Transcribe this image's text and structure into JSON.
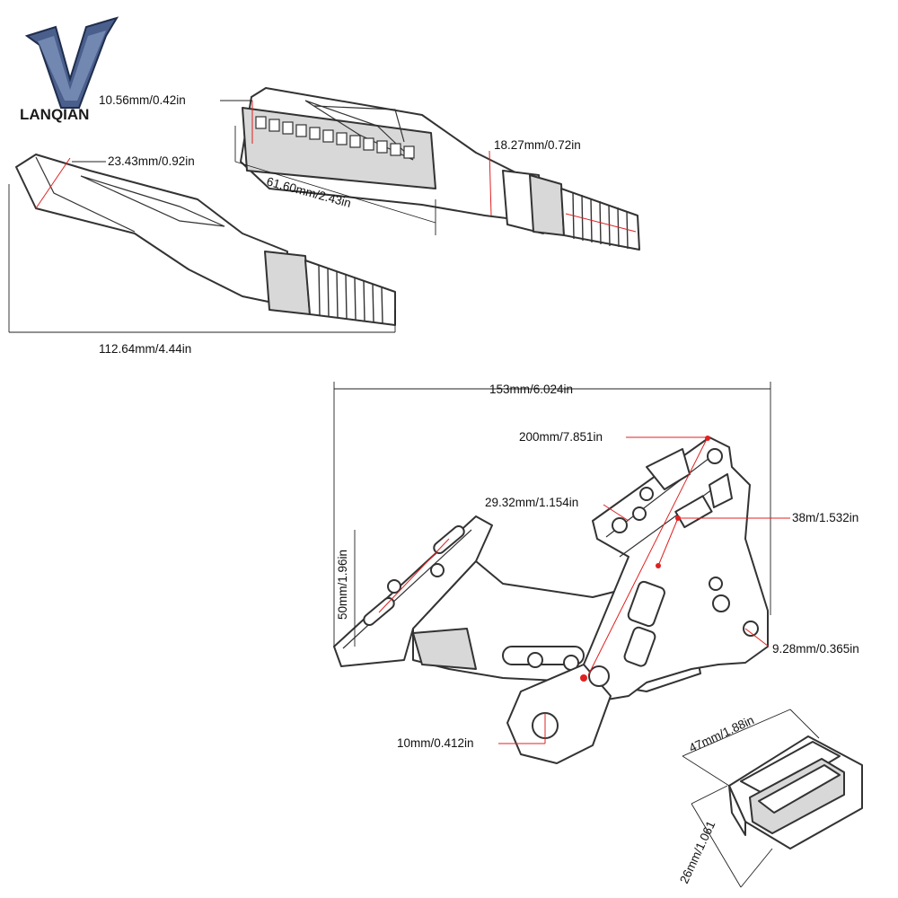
{
  "brand": {
    "name": "LANQIAN",
    "logo_icon": "v-shield-logo-icon",
    "logo_color": "#4a5f8c"
  },
  "turn_signal": {
    "led_width": "10.56mm/0.42in",
    "lens_height": "23.43mm/0.92in",
    "stem_width": "18.27mm/0.72in",
    "lens_length": "61.60mm/2.43in",
    "total_length": "112.64mm/4.44in"
  },
  "bracket": {
    "width": "153mm/6.024in",
    "arm_length": "200mm/7.851in",
    "slot_spacing": "29.32mm/1.154in",
    "plate_width": "38m/1.532in",
    "plate_height": "50mm/1.96in",
    "hole_diameter": "9.28mm/0.365in",
    "mount_hole": "10mm/0.412in"
  },
  "reflector": {
    "length": "47mm/1.88in",
    "height": "26mm/1.061"
  },
  "colors": {
    "dimension_red": "#e02020",
    "line": "#333333"
  }
}
